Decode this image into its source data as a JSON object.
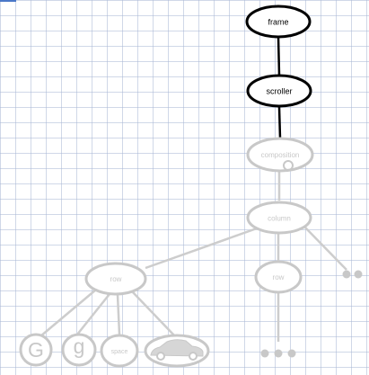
{
  "nodes": {
    "frame": {
      "label": "frame"
    },
    "scroller": {
      "label": "scroller"
    },
    "composition": {
      "label": "composition"
    },
    "column": {
      "label": "column"
    },
    "row_left": {
      "label": "row"
    },
    "row_mid": {
      "label": "row"
    },
    "glyph_G": {
      "label": "G"
    },
    "glyph_g": {
      "label": "g"
    },
    "space": {
      "label": "space"
    }
  },
  "colors": {
    "active": "#000000",
    "inactive": "#c8c8c8",
    "grid": "#aab8d6"
  }
}
